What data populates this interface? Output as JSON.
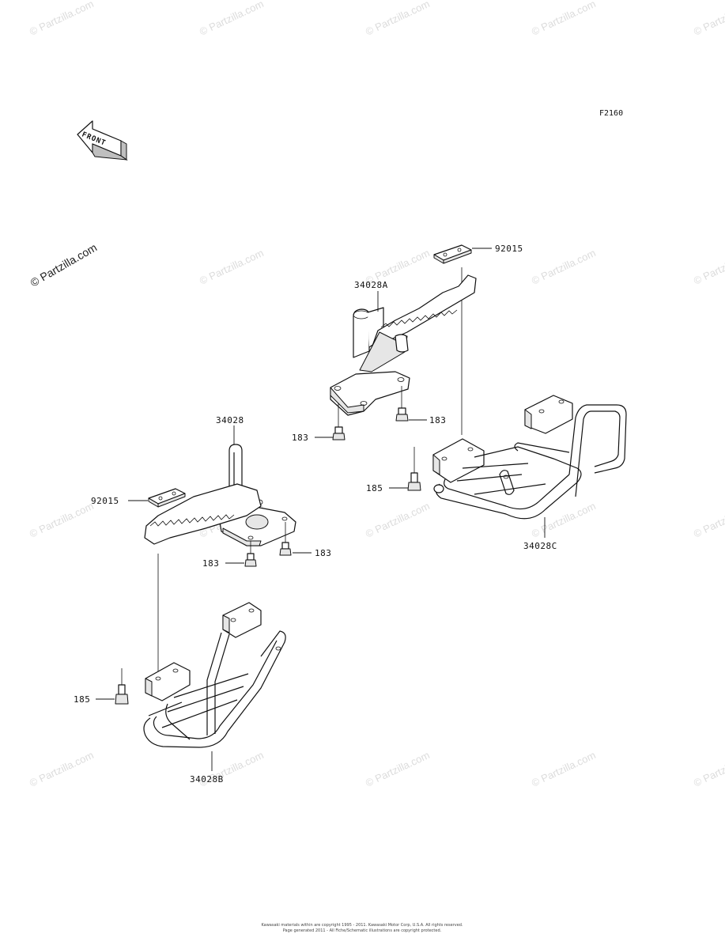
{
  "figure": {
    "code": "F2160",
    "front_arrow_text": "FRONT"
  },
  "watermarks": {
    "left_text": "© Partzilla.com",
    "repeat_text": "© Partzilla.com"
  },
  "labels": {
    "guard_34028c": "34028C",
    "step_34028a": "34028A",
    "rubber_92015_right": "92015",
    "bolt_183_a": "183",
    "bolt_183_b": "183",
    "bolt_185_right": "185",
    "step_34028": "34028",
    "rubber_92015_left": "92015",
    "bolt_183_c": "183",
    "bolt_183_d": "183",
    "bolt_185_left": "185",
    "guard_34028b": "34028B"
  },
  "footer": {
    "line1": "Kawasaki materials within are copyright 1995 - 2011. Kawasaki Motor Corp, U.S.A. All rights reserved.",
    "line2": "Page generated 2011 - All Fiche/Schematic illustrations are copyright protected."
  }
}
